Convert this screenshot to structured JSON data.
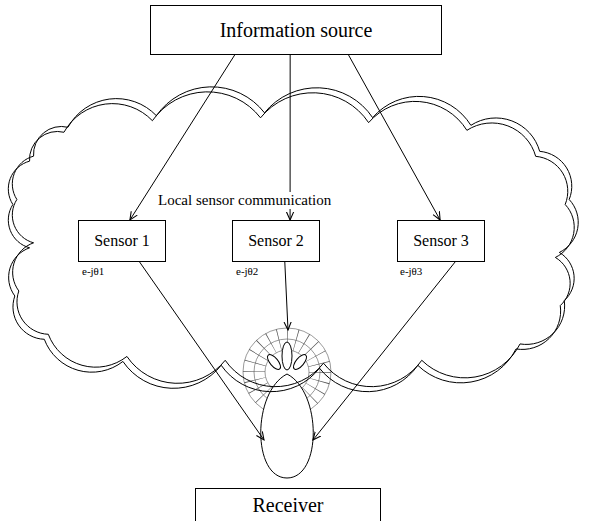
{
  "diagram": {
    "nodes": [
      {
        "text": [
          "Information source"
        ]
      },
      {
        "text": [
          "Local sensor communication"
        ]
      },
      {
        "text": [
          "Sensor 1"
        ],
        "in": 1
      },
      {
        "text": [
          "Sensor 2"
        ],
        "in": 1
      },
      {
        "text": [
          "Sensor 3"
        ],
        "in": 1
      },
      {
        "text": [
          "Receiver"
        ]
      }
    ],
    "edges": [
      {
        "from": 0,
        "to": 2,
        "arrow": "to"
      },
      {
        "from": 0,
        "to": 3,
        "arrow": "to"
      },
      {
        "from": 0,
        "to": 4,
        "arrow": "to"
      },
      {
        "from": 2,
        "to": 5,
        "arrow": "to"
      },
      {
        "from": 3,
        "to": 5,
        "arrow": "to"
      },
      {
        "from": 4,
        "to": 5,
        "arrow": "to"
      }
    ],
    "labels": [
      "e-jθ1",
      "e-jθ2",
      "e-jθ3"
    ]
  }
}
